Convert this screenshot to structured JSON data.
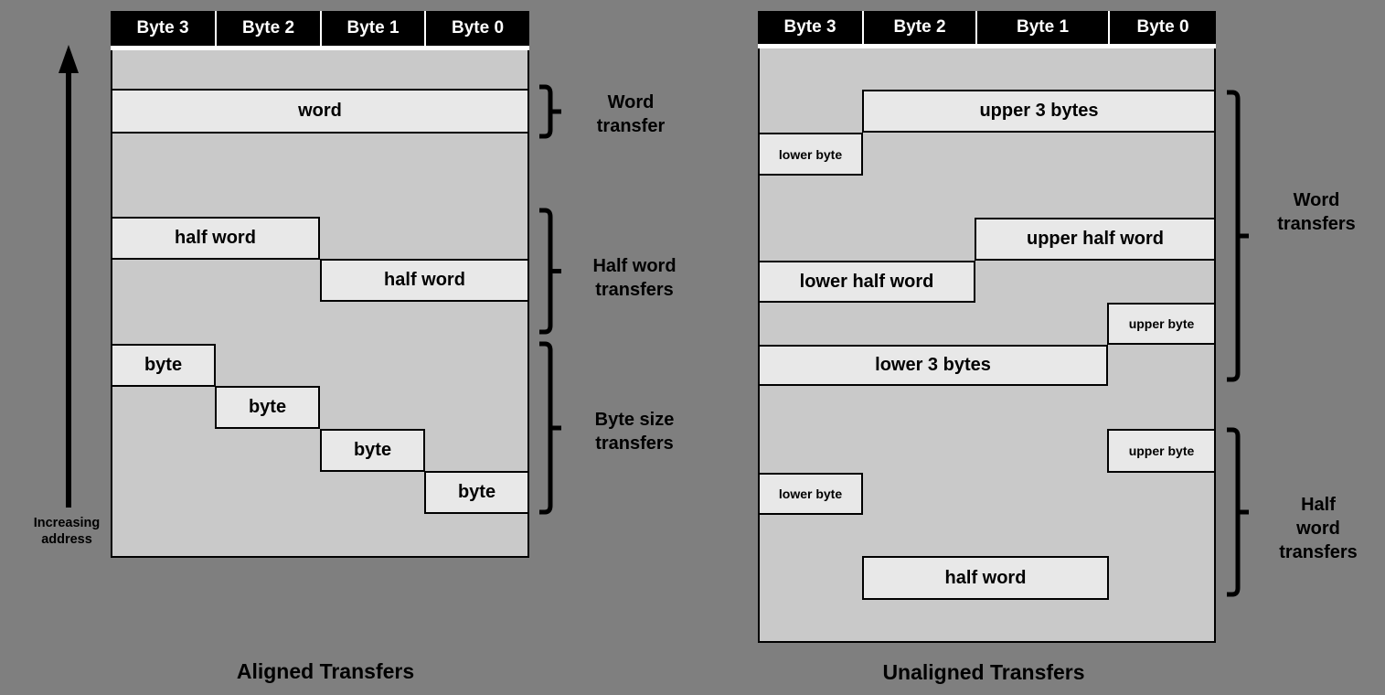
{
  "colors": {
    "page_bg": "#7f7f7f",
    "panel_fill": "#c9c9c9",
    "box_fill": "#e8e8e8",
    "header_bg": "#000000",
    "header_text": "#ffffff",
    "line": "#000000"
  },
  "axis": {
    "label": "Increasing\naddress"
  },
  "left_panel": {
    "caption": "Aligned Transfers",
    "header": [
      "Byte 3",
      "Byte 2",
      "Byte 1",
      "Byte 0"
    ],
    "boxes": [
      {
        "label": "word"
      },
      {
        "label": "half word"
      },
      {
        "label": "half word"
      },
      {
        "label": "byte"
      },
      {
        "label": "byte"
      },
      {
        "label": "byte"
      },
      {
        "label": "byte"
      }
    ],
    "braces": [
      {
        "label": "Word\ntransfer"
      },
      {
        "label": "Half word\ntransfers"
      },
      {
        "label": "Byte size\ntransfers"
      }
    ]
  },
  "right_panel": {
    "caption": "Unaligned Transfers",
    "header": [
      "Byte 3",
      "Byte 2",
      "Byte 1",
      "Byte 0"
    ],
    "boxes": [
      {
        "label": "upper 3 bytes"
      },
      {
        "label": "lower byte"
      },
      {
        "label": "upper half word"
      },
      {
        "label": "lower half word"
      },
      {
        "label": "upper byte"
      },
      {
        "label": "lower 3 bytes"
      },
      {
        "label": "upper byte"
      },
      {
        "label": "lower byte"
      },
      {
        "label": "half word"
      }
    ],
    "braces": [
      {
        "label": "Word\ntransfers"
      },
      {
        "label": "Half word\ntransfers"
      }
    ]
  }
}
